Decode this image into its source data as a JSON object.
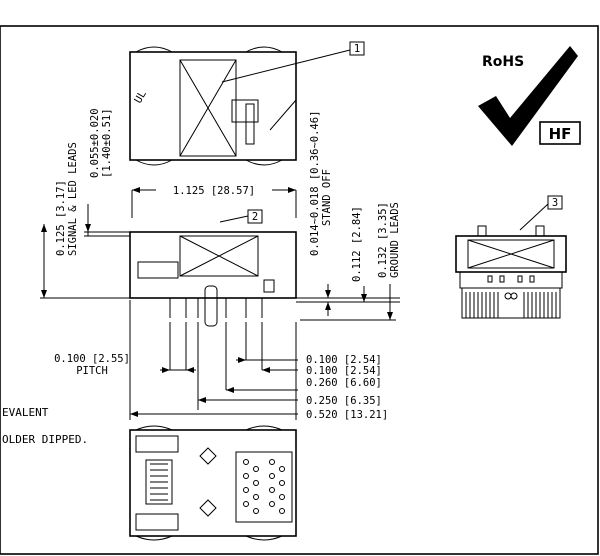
{
  "callouts": {
    "c1": "1",
    "c2": "2",
    "c3": "3"
  },
  "rohs": {
    "label": "RoHS",
    "hf": "HF"
  },
  "dims": {
    "signal_leads_value": "0.125 [3.17]",
    "signal_leads_label": "SIGNAL & LED LEADS",
    "lead_width_in": "0.055±0.020",
    "lead_width_mm": "[1.40±0.51]",
    "overall_width": "1.125 [28.57]",
    "standoff_value": "0.014~0.018 [0.36~0.46]",
    "standoff_label": "STAND OFF",
    "ground_offset": "0.112 [2.84]",
    "ground_leads_value": "0.132 [3.35]",
    "ground_leads_label": "GROUND LEADS",
    "pitch_value": "0.100 [2.55]",
    "pitch_label": "PITCH",
    "pos1": "0.100 [2.54]",
    "pos2": "0.100 [2.54]",
    "pos3": "0.260 [6.60]",
    "pos4": "0.250 [6.35]",
    "pos5": "0.520 [13.21]"
  },
  "notes": {
    "n1": "EVALENT",
    "n2": "OLDER DIPPED."
  }
}
